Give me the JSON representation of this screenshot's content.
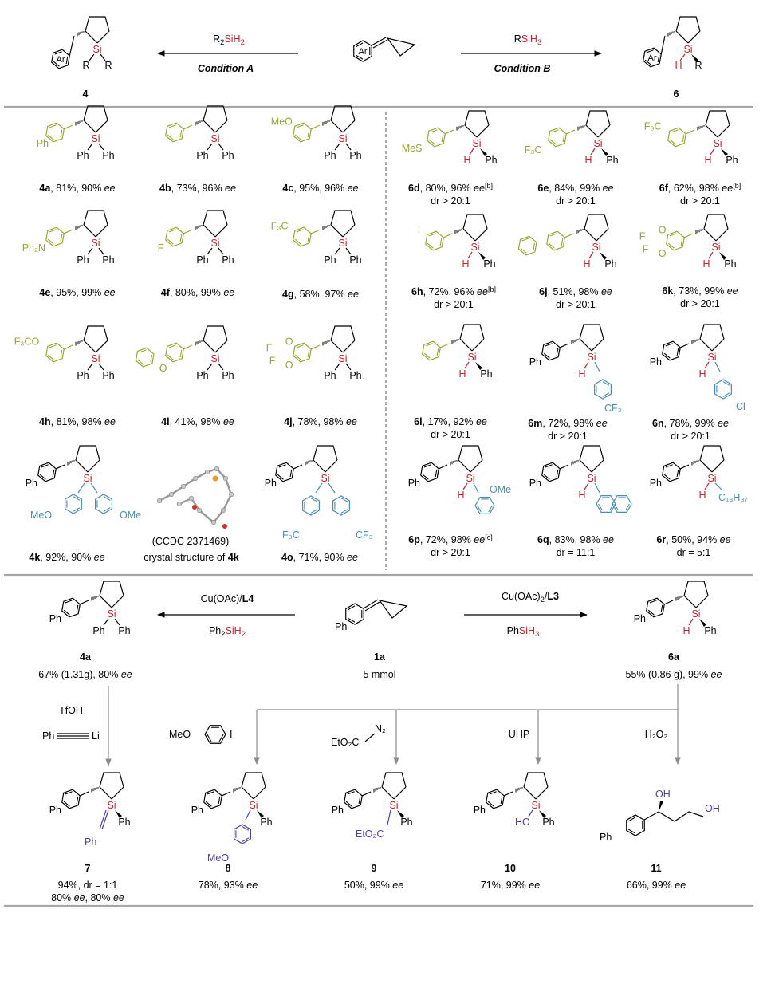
{
  "colors": {
    "si_red": "#c0262f",
    "aryl_green": "#94a832",
    "sub_blue": "#4a8fb0",
    "product_purple": "#4f3fa3",
    "frame_gray": "#a6a6a6"
  },
  "header": {
    "left_product_num": "4",
    "right_product_num": "6",
    "reagent_left_pre": "R",
    "reagent_left_sub": "2",
    "reagent_left_si": "SiH",
    "reagent_left_si_sub": "2",
    "reagent_right_pre": "R",
    "reagent_right_si": "SiH",
    "reagent_right_si_sub": "3",
    "cond_a": "Condition A",
    "cond_b": "Condition B",
    "ar": "Ar",
    "si": "Si",
    "r": "R",
    "h": "H"
  },
  "atoms": {
    "si": "Si",
    "ph": "Ph",
    "h": "H",
    "meo": "MeO",
    "ome": "OMe",
    "mes": "MeS",
    "f": "F",
    "i": "I",
    "cl": "Cl",
    "o": "O",
    "ho": "HO",
    "oh": "OH",
    "li": "Li",
    "ph2n": "Ph₂N",
    "f3c": "F₃C",
    "cf3": "CF₃",
    "f3co": "F₃CO",
    "c18h37": "C₁₈H₃₇",
    "eto2c": "EtO₂C",
    "n2": "N₂"
  },
  "entries_left": [
    {
      "id": "4a",
      "text": ", 81%, 90% "
    },
    {
      "id": "4b",
      "text": ", 73%, 96% "
    },
    {
      "id": "4c",
      "text": ", 95%, 96% "
    },
    {
      "id": "4e",
      "text": ", 95%, 99% "
    },
    {
      "id": "4f",
      "text": ", 80%, 99% "
    },
    {
      "id": "4g",
      "text": ", 58%, 97% "
    },
    {
      "id": "4h",
      "text": ", 81%, 98% "
    },
    {
      "id": "4i",
      "text": ", 41%, 98% "
    },
    {
      "id": "4j",
      "text": ", 78%, 98% "
    },
    {
      "id": "4k",
      "text": ", 92%, 90% "
    },
    {
      "id": "4o",
      "text": ", 71%, 90% "
    }
  ],
  "ee": "ee",
  "crystal": {
    "line1": "(CCDC 2371469)",
    "line2": "crystal structure of ",
    "bold": "4k"
  },
  "entries_right": [
    {
      "id": "6d",
      "text": ", 80%, 96% ",
      "note": "[b]",
      "dr": "dr > 20:1"
    },
    {
      "id": "6e",
      "text": ", 84%, 99% ",
      "note": "",
      "dr": "dr > 20:1"
    },
    {
      "id": "6f",
      "text": ", 62%, 98% ",
      "note": "[b]",
      "dr": "dr > 20:1"
    },
    {
      "id": "6h",
      "text": ", 72%, 96% ",
      "note": "[b]",
      "dr": "dr > 20:1"
    },
    {
      "id": "6j",
      "text": ", 51%, 98% ",
      "note": "",
      "dr": "dr > 20:1"
    },
    {
      "id": "6k",
      "text": ", 73%, 99% ",
      "note": "",
      "dr": "dr > 20:1"
    },
    {
      "id": "6l",
      "text": ", 17%, 92% ",
      "note": "",
      "dr": "dr > 20:1"
    },
    {
      "id": "6m",
      "text": ", 72%, 98% ",
      "note": "",
      "dr": "dr > 20:1"
    },
    {
      "id": "6n",
      "text": ", 78%, 99% ",
      "note": "",
      "dr": "dr > 20:1"
    },
    {
      "id": "6p",
      "text": ", 72%, 98% ",
      "note": "[c]",
      "dr": "dr > 20:1"
    },
    {
      "id": "6q",
      "text": ", 83%, 98% ",
      "note": "",
      "dr": "dr = 11:1"
    },
    {
      "id": "6r",
      "text": ", 50%, 94% ",
      "note": "",
      "dr": "dr = 5:1"
    }
  ],
  "scaleup": {
    "cat_left": "Cu(OAc)/",
    "lig_left": "L4",
    "silane_left_pre": "Ph",
    "silane_left_sub": "2",
    "silane_left_si": "SiH",
    "silane_left_si_sub": "2",
    "cat_right": "Cu(OAc)",
    "cat_right_sub": "2",
    "lig_right_sep": "/",
    "lig_right": "L3",
    "silane_right_pre": "Ph",
    "silane_right_si": "SiH",
    "silane_right_si_sub": "3",
    "sm_id": "1a",
    "sm_amount": "5 mmol",
    "p4a_id": "4a",
    "p4a_yield": "67% (1.31g), 80% ",
    "p6a_id": "6a",
    "p6a_yield": "55% (0.86 g), 99% "
  },
  "derivatization": {
    "tfoh": "TfOH",
    "uhp": "UHP",
    "h2o2": "H₂O₂",
    "products": [
      {
        "id": "7",
        "line1": "94%, dr = 1:1",
        "line2": "80% ",
        "line2b": ", 80% "
      },
      {
        "id": "8",
        "line1": "78%, 93% "
      },
      {
        "id": "9",
        "line1": "50%, 99% "
      },
      {
        "id": "10",
        "line1": "71%, 99% "
      },
      {
        "id": "11",
        "line1": "66%, 99% "
      }
    ]
  }
}
